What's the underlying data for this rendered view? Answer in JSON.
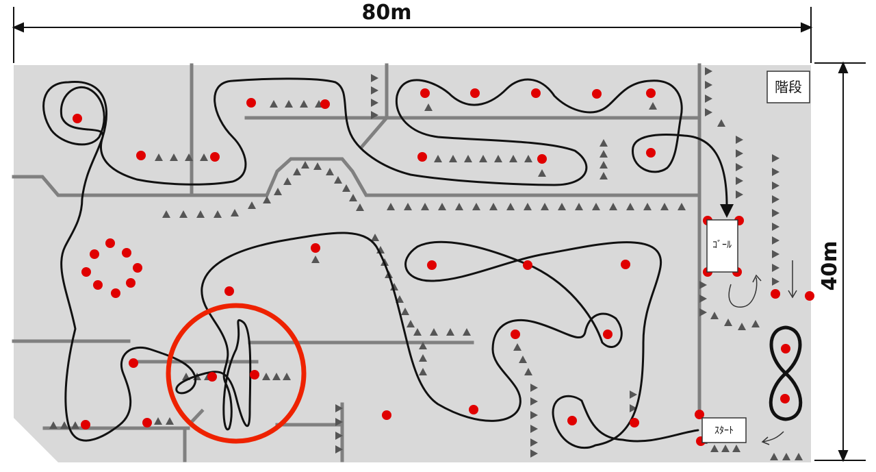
{
  "dimensions": {
    "width_label": "80m",
    "height_label": "40m"
  },
  "labels": {
    "stairs": "階段",
    "goal": "ｺﾞｰﾙ",
    "start": "ｽﾀｰﾄ"
  },
  "colors": {
    "field": "#d9d9d9",
    "wall": "#808080",
    "cone": "#e00000",
    "marker": "#555555",
    "route": "#111111",
    "highlight": "#ee2200"
  },
  "elements": {
    "cone_marker": "red-circle",
    "pylon_marker": "gray-triangle",
    "route_line": "black-curve",
    "highlight": "red-ring"
  }
}
